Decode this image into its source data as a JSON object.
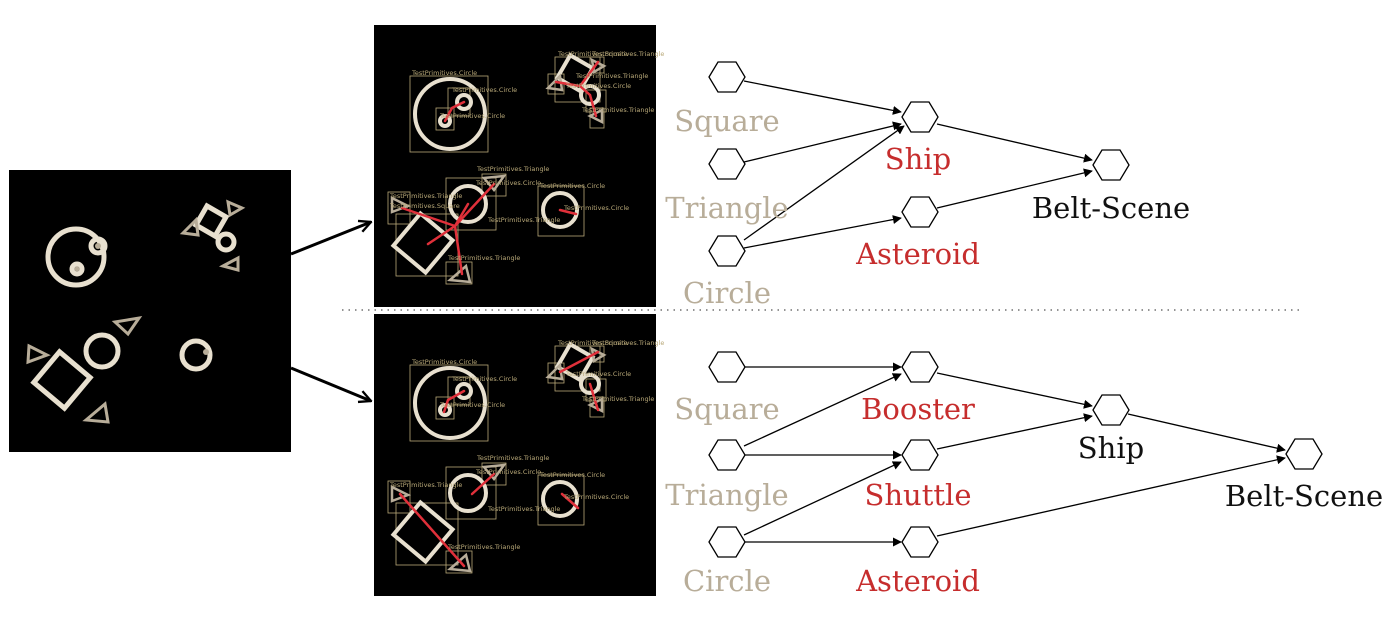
{
  "colors": {
    "primitive": "#b8ad99",
    "intermediate": "#c62d2d",
    "scene": "#111111",
    "detection_box": "#b8a878",
    "relation_line": "#e0303a",
    "shape_stroke": "#e8e0cf",
    "panel_background": "#000000"
  },
  "detection_tags": {
    "circle": "TestPrimitives.Circle",
    "triangle": "TestPrimitives.Triangle",
    "square": "TestPrimitives.Square"
  },
  "graphs": {
    "top": {
      "primitives": {
        "square": "Square",
        "triangle": "Triangle",
        "circle": "Circle"
      },
      "parts": {
        "ship": "Ship",
        "asteroid": "Asteroid"
      },
      "scene": {
        "belt_scene": "Belt-Scene"
      }
    },
    "bottom": {
      "primitives": {
        "square": "Square",
        "triangle": "Triangle",
        "circle": "Circle"
      },
      "parts": {
        "booster": "Booster",
        "shuttle": "Shuttle",
        "asteroid": "Asteroid"
      },
      "composites": {
        "ship": "Ship"
      },
      "scene": {
        "belt_scene": "Belt-Scene"
      }
    }
  }
}
